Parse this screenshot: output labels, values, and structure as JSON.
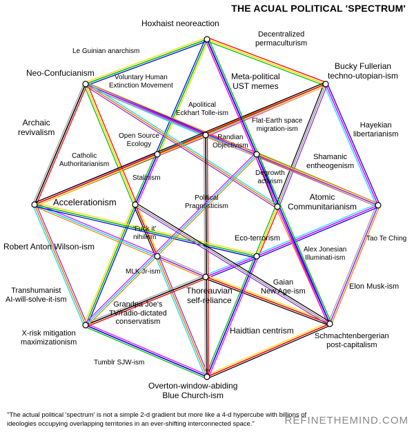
{
  "title": "THE ACUAL POLITICAL 'SPECTRUM'",
  "footer": {
    "quote": "\"The actual political 'spectrum' is not a simple 2-d gradient but more like a 4-d hypercube with billions of ideologies occupying overlapping territories in an ever-shifting interconnected space.\"",
    "brand": "REFINETHEMIND.COM"
  },
  "labels": {
    "hoxhaist": "Hoxhaist neoreaction",
    "decentralized": "Decentralized\npermaculturism",
    "le_guinian": "Le Guinian anarchism",
    "neo_confucianism": "Neo-Confucianism",
    "voluntary_human": "Voluntary Human\nExtinction Movement",
    "meta_political": "Meta-political\nUST memes",
    "bucky": "Bucky Fullerian\ntechno-utopian-ism",
    "apolitical": "Apolitical\nEckhart Tolle-ism",
    "flat_earth": "Flat-Earth space\nmigration-ism",
    "archaic": "Archaic\nrevivalism",
    "hayekian": "Hayekian\nlibertarianism",
    "open_source": "Open Source\nEcology",
    "randian": "Randian\nObjectivism",
    "catholic": "Catholic\nAuthoritarianism",
    "shamanic": "Shamanic\nentheogenism",
    "degrowth": "Degrowth\nactivism",
    "stalinism": "Stalinism",
    "accelerationism": "Accelerationism",
    "political_prag": "Political\nPragnosticism",
    "atomic": "Atomic\nCommunitarianism",
    "fuck_it": "'Fuck it'\nnihilism",
    "tao": "Tao Te Ching",
    "robert": "Robert Anton Wilson-ism",
    "eco_terrorism": "Eco-terrorism",
    "alex_jonesian": "Alex Jonesian\nIlluminati-ism",
    "mlk": "MLK Jr-ism",
    "transhumanist": "Transhumanist\nAI-will-solve-it-ism",
    "gaian": "Gaian\nNew Age-ism",
    "elon": "Elon Musk-ism",
    "thoreauvian": "Thoreauvian\nself-reliance",
    "grandpa": "Grandpa Joe's\nTV/radio-dictated\nconservatism",
    "haidtian": "Haidtian centrism",
    "xrisk": "X-risk mitigation\nmaximizationism",
    "schmachten": "Schmachtenbergerian\npost-capitalism",
    "tumblr": "Tumblr SJW-ism",
    "overton": "Overton-window-abiding\nBlue Church-ism"
  },
  "palette": [
    "#ff0000",
    "#ffd700",
    "#00c000",
    "#0000ff",
    "#ff00ff",
    "#00e0ff",
    "#ff8000",
    "#8a2be2",
    "#a0a0a0",
    "#000000"
  ]
}
